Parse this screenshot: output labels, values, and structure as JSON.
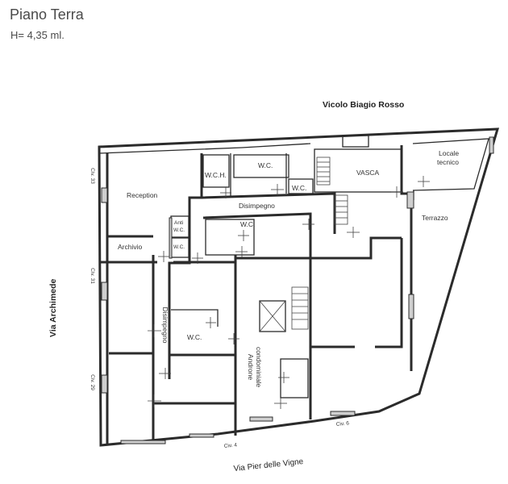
{
  "header": {
    "title": "Piano Terra",
    "height_note": "H= 4,35 ml."
  },
  "streets": {
    "north": "Vicolo Biagio Rosso",
    "west": "Via Archimede",
    "south": "Via Pier delle Vigne"
  },
  "rooms": {
    "wch": "W.C.H.",
    "wc_top": "W.C.",
    "wc_small": "W.C.",
    "vasca": "VASCA",
    "locale_tecnico_1": "Locale",
    "locale_tecnico_2": "tecnico",
    "reception": "Reception",
    "disimpegno_top": "Disimpegno",
    "anti_wc_1": "Anti",
    "anti_wc_2": "W.C.",
    "wc_anti": "W.C.",
    "wc_center": "W.C.",
    "terrazzo": "Terrazzo",
    "archivio": "Archivio",
    "disimpegno_vertical": "Disimpegno",
    "wc_lower": "W.C.",
    "androne_1": "Androne",
    "androne_2": "condominiale"
  },
  "civic_numbers": {
    "civ33": "Civ. 33",
    "civ31": "Civ. 31",
    "civ29": "Civ. 29",
    "civ4": "Civ. 4",
    "civ6": "Civ. 6"
  }
}
